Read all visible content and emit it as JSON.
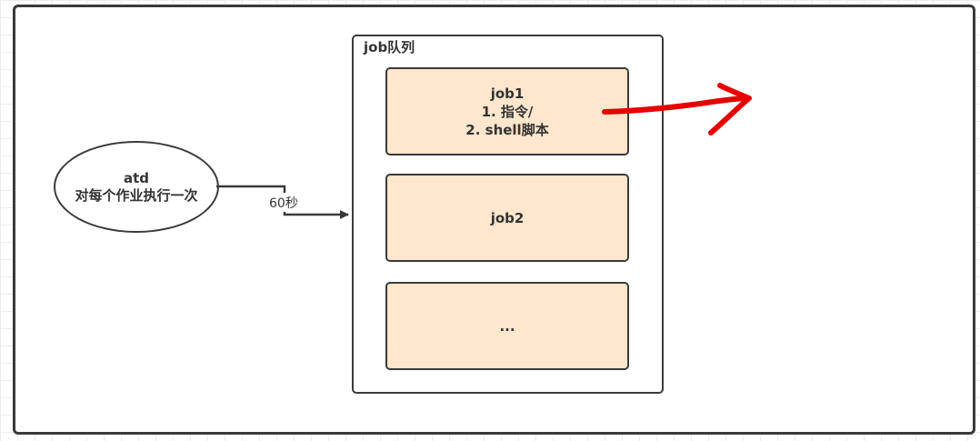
{
  "diagram": {
    "atd_node": {
      "title": "atd",
      "description": "对每个作业执行一次"
    },
    "connector": {
      "label": "60秒"
    },
    "queue": {
      "title": "job队列",
      "jobs": [
        {
          "title": "job1",
          "lines": [
            "1. 指令/",
            "2. shell脚本"
          ]
        },
        {
          "title": "job2",
          "lines": []
        },
        {
          "title": "...",
          "lines": []
        }
      ]
    },
    "annotation": {
      "type": "hand-drawn-arrow",
      "color": "#e60000"
    },
    "colors": {
      "job_fill": "#ffe6cc",
      "stroke": "#3a3a3a"
    }
  }
}
